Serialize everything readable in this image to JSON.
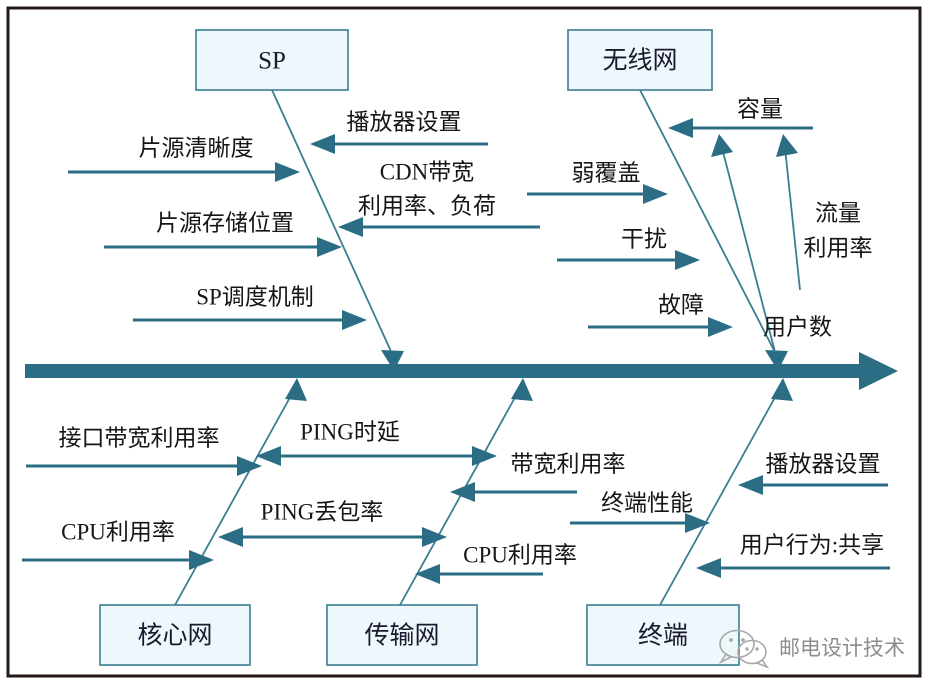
{
  "diagram": {
    "type": "fishbone-ishikawa",
    "title": "",
    "spine": {
      "label": "",
      "direction": "left-to-right"
    },
    "accent_color": "#2a6d85",
    "bone_color": "#3a7e92",
    "box_fill": "#eef7fb",
    "frame_color": "#231815",
    "categories": [
      {
        "id": "sp",
        "label": "SP",
        "position": "top-left",
        "causes": [
          {
            "label": "片源清晰度",
            "direction": "into-bone-from-left"
          },
          {
            "label": "播放器设置",
            "direction": "into-bone-from-right"
          },
          {
            "label": "CDN带宽",
            "label2": "利用率、负荷",
            "direction": "into-bone-from-right"
          },
          {
            "label": "片源存储位置",
            "direction": "into-bone-from-left"
          },
          {
            "label": "SP调度机制",
            "direction": "into-bone-from-left"
          }
        ]
      },
      {
        "id": "wireless",
        "label": "无线网",
        "position": "top-right",
        "causes": [
          {
            "label": "容量",
            "direction": "into-bone-from-right"
          },
          {
            "label": "弱覆盖",
            "direction": "into-bone-from-left"
          },
          {
            "label": "干扰",
            "direction": "into-bone-from-left"
          },
          {
            "label": "故障",
            "direction": "into-bone-from-left"
          },
          {
            "label": "流量",
            "label2": "利用率",
            "direction": "sub-branch-up"
          },
          {
            "label": "用户数",
            "direction": "sub-branch-up"
          }
        ]
      },
      {
        "id": "core-network",
        "label": "核心网",
        "position": "bottom-left",
        "causes": [
          {
            "label": "接口带宽利用率",
            "direction": "into-bone-from-left"
          },
          {
            "label": "CPU利用率",
            "direction": "into-bone-from-left"
          }
        ]
      },
      {
        "id": "transport-network",
        "label": "传输网",
        "position": "bottom-middle",
        "causes": [
          {
            "label": "PING时延",
            "direction": "both"
          },
          {
            "label": "PING丢包率",
            "direction": "both"
          },
          {
            "label": "带宽利用率",
            "direction": "into-bone-from-right"
          },
          {
            "label": "CPU利用率",
            "direction": "into-bone-from-right"
          }
        ]
      },
      {
        "id": "terminal",
        "label": "终端",
        "position": "bottom-right",
        "causes": [
          {
            "label": "终端性能",
            "direction": "into-bone-from-left"
          },
          {
            "label": "播放器设置",
            "direction": "into-bone-from-right"
          },
          {
            "label": "用户行为:共享",
            "direction": "into-bone-from-right"
          }
        ]
      }
    ]
  },
  "boxes": {
    "sp": "SP",
    "wireless": "无线网",
    "core_network": "核心网",
    "transport_network": "传输网",
    "terminal": "终端"
  },
  "labels": {
    "pianyuan_qingxidu": "片源清晰度",
    "bofangqi_shezhi_top": "播放器设置",
    "cdn_bandwidth_line1": "CDN带宽",
    "cdn_bandwidth_line2": "利用率、负荷",
    "pianyuan_cunchu_weizhi": "片源存储位置",
    "sp_diaodu_jizhi": "SP调度机制",
    "rongliang": "容量",
    "ruofugai": "弱覆盖",
    "ganrao": "干扰",
    "guzhang": "故障",
    "liuliang_line1": "流量",
    "liuliang_line2": "利用率",
    "yonghushu": "用户数",
    "jiekou_daikuan_lilvlv": "接口带宽利用率",
    "cpu_lilvlv_left": "CPU利用率",
    "ping_shiyan": "PING时延",
    "ping_diubaolv": "PING丢包率",
    "daikuan_lilvlv": "带宽利用率",
    "cpu_lilvlv_mid": "CPU利用率",
    "zhongduan_xingneng": "终端性能",
    "bofangqi_shezhi_bottom": "播放器设置",
    "yonghu_xingwei_gongxiang": "用户行为:共享"
  },
  "watermark": {
    "text": "邮电设计技术",
    "icon": "wechat-icon"
  }
}
